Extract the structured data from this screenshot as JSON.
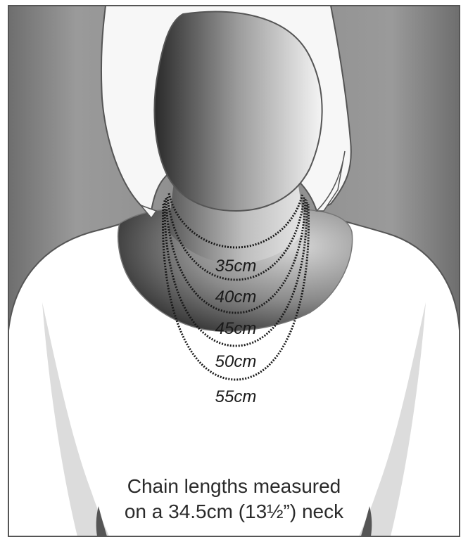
{
  "chains": [
    {
      "label": "35cm"
    },
    {
      "label": "40cm"
    },
    {
      "label": "45cm"
    },
    {
      "label": "50cm"
    },
    {
      "label": "55cm"
    }
  ],
  "caption": {
    "line1": "Chain lengths measured",
    "line2": "on a 34.5cm (13½”) neck"
  },
  "colors": {
    "background": "#7a7a7a",
    "figure": "#ffffff",
    "chain": "#1a1a1a",
    "outline": "#555555"
  }
}
